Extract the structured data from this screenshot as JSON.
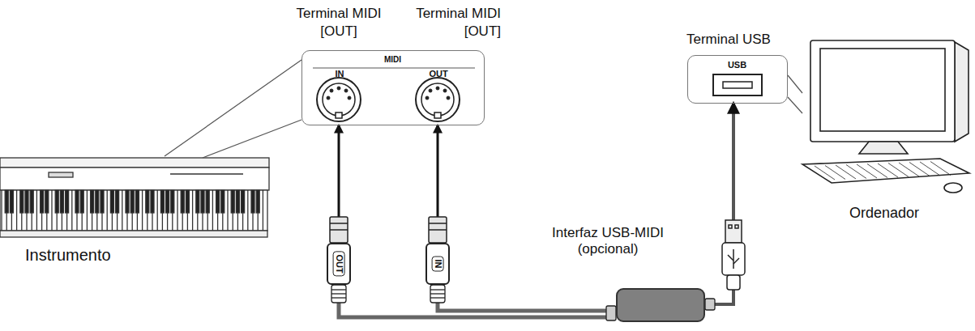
{
  "diagram": {
    "nodes": [
      {
        "text": [
          "Instrumento"
        ]
      },
      {
        "text": [
          "MIDI",
          "IN",
          "OUT"
        ]
      },
      {
        "text": [
          "OUT"
        ]
      },
      {
        "text": [
          "IN"
        ]
      },
      {
        "text": [
          "Interfaz USB-MIDI (opcional)"
        ]
      },
      {
        "text": [
          "Terminal USB",
          "USB"
        ]
      },
      {
        "text": [
          "Ordenador"
        ]
      }
    ],
    "edges": [
      {
        "from": 0,
        "to": 1,
        "arrow": "none"
      },
      {
        "from": 2,
        "to": 1,
        "arrow": "to"
      },
      {
        "from": 3,
        "to": 1,
        "arrow": "to"
      },
      {
        "from": 4,
        "to": 2,
        "arrow": "none"
      },
      {
        "from": 4,
        "to": 3,
        "arrow": "none"
      },
      {
        "from": 4,
        "to": 5,
        "arrow": "to"
      },
      {
        "from": 6,
        "to": 5,
        "arrow": "none"
      }
    ],
    "labels": [
      "Terminal MIDI [OUT]",
      "Terminal MIDI [OUT]"
    ]
  }
}
